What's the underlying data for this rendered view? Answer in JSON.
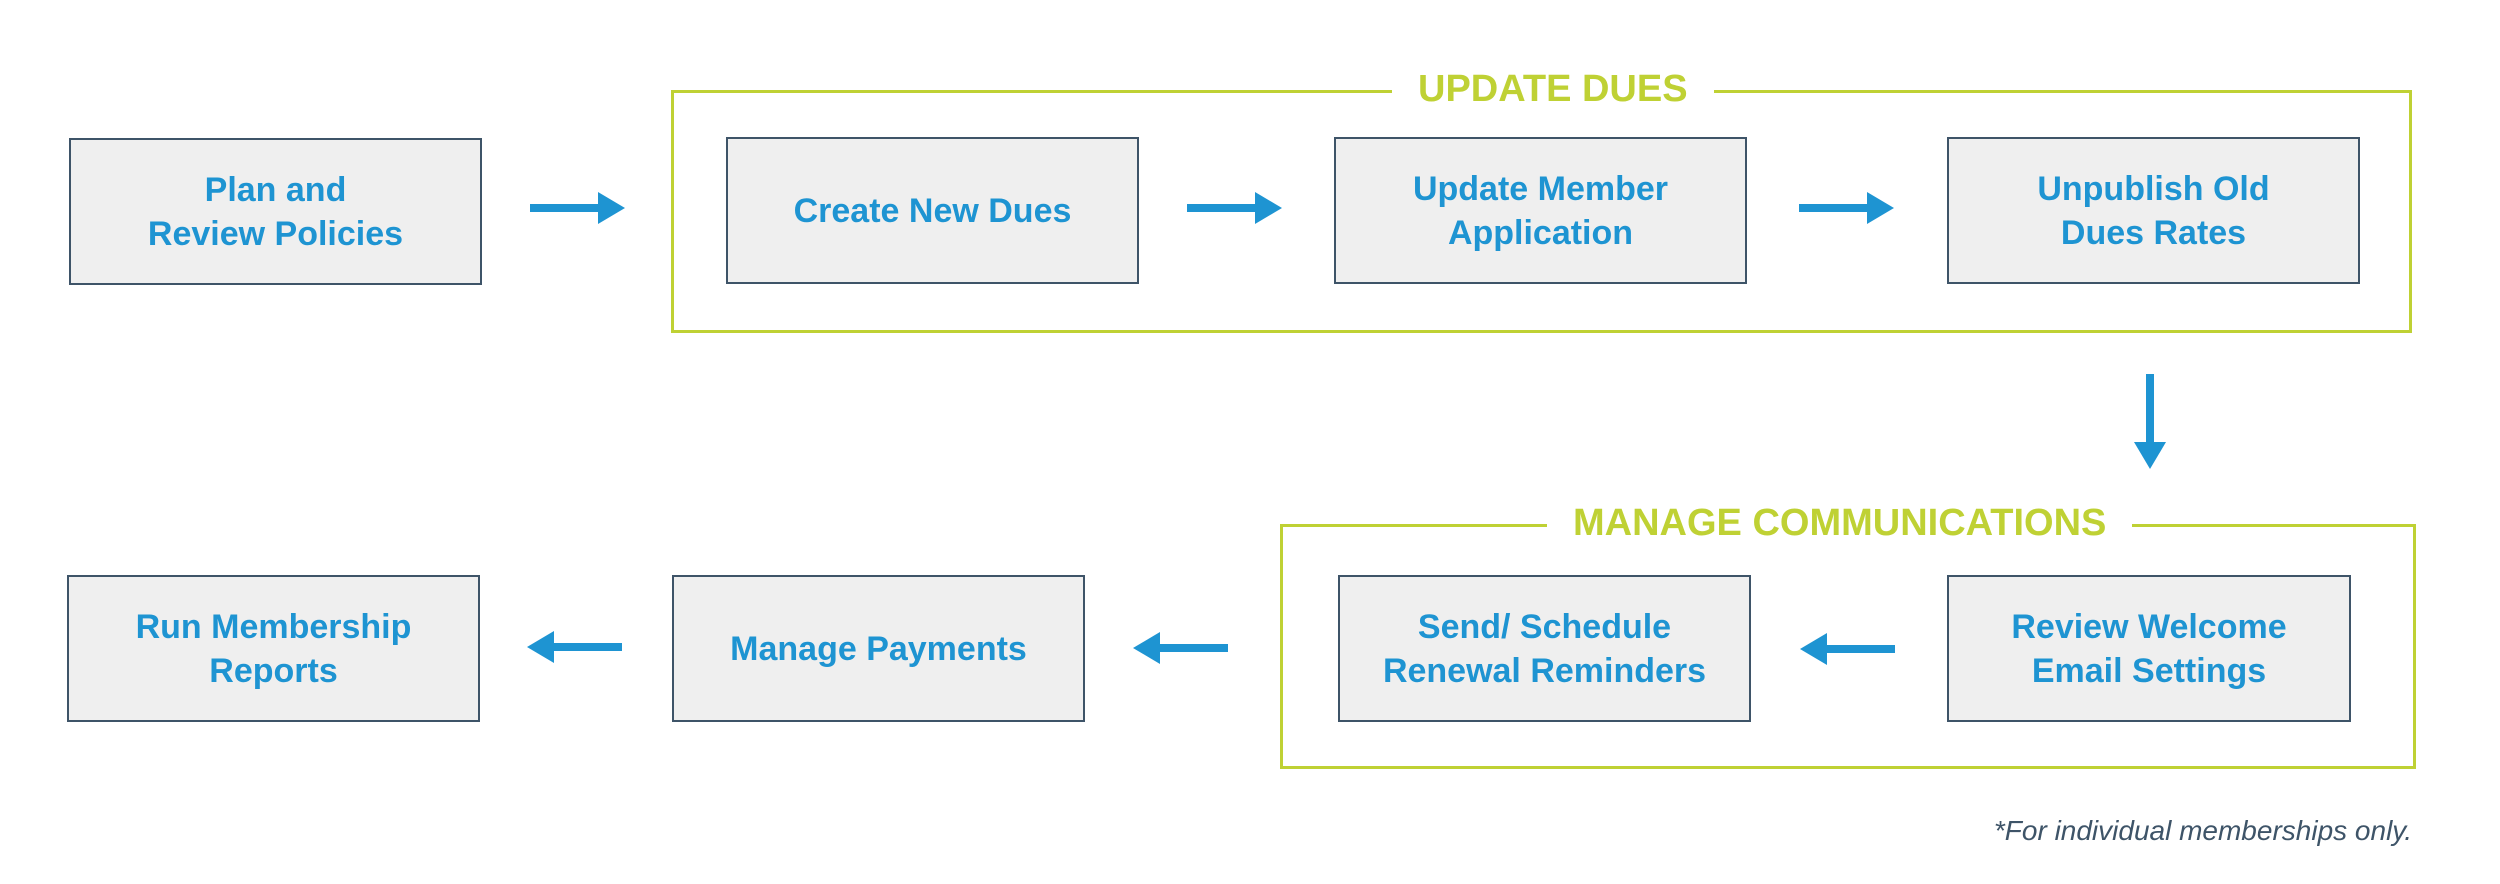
{
  "colors": {
    "box_text": "#1e94d2",
    "box_fill": "#efefef",
    "box_border": "#3e5468",
    "group_accent": "#bfd134",
    "arrow": "#1e94d2",
    "note_text": "#3e5468"
  },
  "groups": {
    "update_dues": {
      "title": "UPDATE DUES"
    },
    "manage_communications": {
      "title": "MANAGE COMMUNICATIONS"
    }
  },
  "steps": {
    "plan_review": {
      "line1": "Plan and",
      "line2": "Review Policies"
    },
    "create_dues": {
      "line1": "Create New Dues"
    },
    "update_application": {
      "line1": "Update Member",
      "line2": "Application"
    },
    "unpublish_rates": {
      "line1": "Unpublish Old",
      "line2": "Dues Rates"
    },
    "review_welcome": {
      "line1": "Review Welcome",
      "line2": "Email Settings"
    },
    "renewal_reminders": {
      "line1": "Send/ Schedule",
      "line2": "Renewal Reminders"
    },
    "manage_payments": {
      "line1": "Manage Payments"
    },
    "run_reports": {
      "line1": "Run Membership",
      "line2": "Reports"
    }
  },
  "footnote": "*For individual memberships only."
}
